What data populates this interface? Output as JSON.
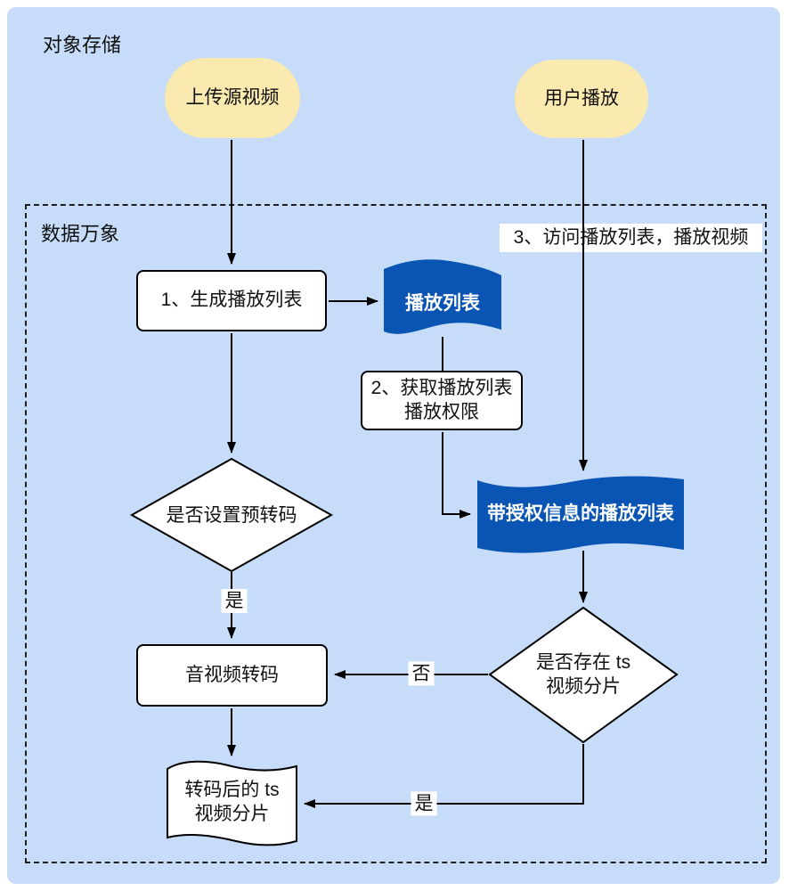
{
  "colors": {
    "page_bg": "#ffffff",
    "container_bg": "#c6dcf8",
    "accent_blue": "#0a54b4",
    "node_yellow": "#faeaaf",
    "line": "#000000"
  },
  "containers": {
    "outer_label": "对象存储",
    "inner_label": "数据万象"
  },
  "terminals": {
    "upload": "上传源视频",
    "play": "用户播放"
  },
  "process": {
    "step1": "1、生成播放列表",
    "step2_line1": "2、获取播放列表",
    "step2_line2": "播放权限",
    "transcode": "音视频转码"
  },
  "data_shapes": {
    "playlist": "播放列表",
    "auth_playlist": "带授权信息的播放列表",
    "ts_line1": "转码后的 ts",
    "ts_line2": "视频分片"
  },
  "decisions": {
    "pretranscode": "是否设置预转码",
    "ts_exists_line1": "是否存在 ts",
    "ts_exists_line2": "视频分片"
  },
  "edge_labels": {
    "step3": "3、访问播放列表，播放视频",
    "yes_pretranscode": "是",
    "no_ts": "否",
    "yes_ts": "是"
  }
}
